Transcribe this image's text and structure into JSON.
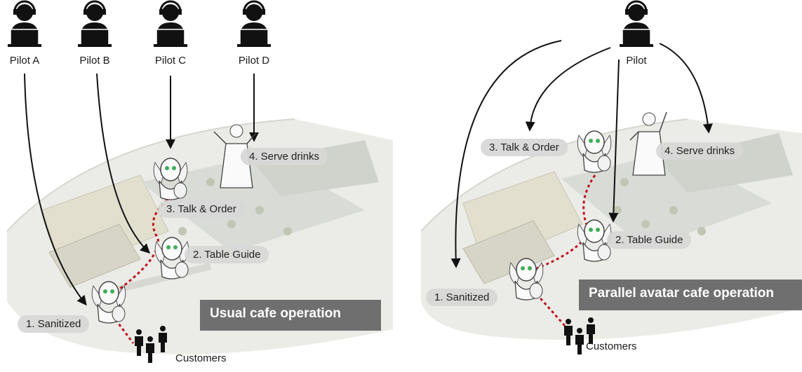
{
  "left": {
    "pilots": [
      "Pilot A",
      "Pilot B",
      "Pilot C",
      "Pilot D"
    ],
    "tasks": {
      "sanitized": "1.  Sanitized",
      "table_guide": "2.  Table Guide",
      "talk_order": "3.  Talk & Order",
      "serve_drinks": "4.  Serve drinks"
    },
    "banner": "Usual cafe operation",
    "customers": "Customers"
  },
  "right": {
    "pilot": "Pilot",
    "tasks": {
      "sanitized": "1.  Sanitized",
      "table_guide": "2.  Table Guide",
      "talk_order": "3.  Talk & Order",
      "serve_drinks": "4.  Serve drinks"
    },
    "banner": "Parallel avatar  cafe operation",
    "customers": "Customers"
  },
  "colors": {
    "route": "#c0131c",
    "arrow": "#111111",
    "banner_bg": "#6f6f6f",
    "label_bg": "#d7d7d7",
    "robot_eye": "#3fae5a"
  }
}
